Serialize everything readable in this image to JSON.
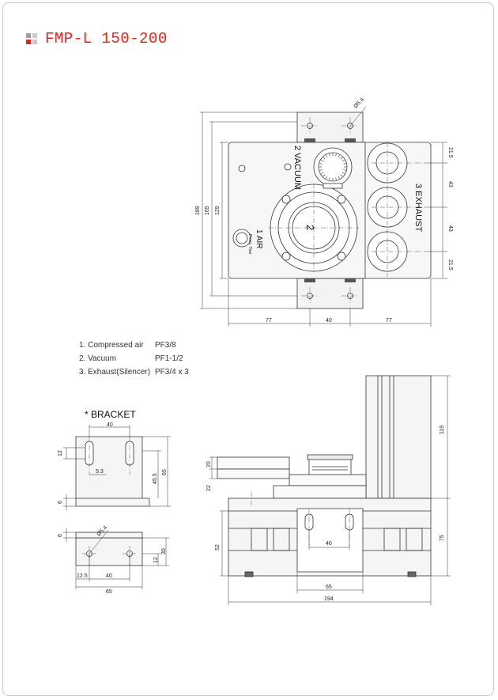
{
  "header": {
    "title": "FMP-L 150-200",
    "accent_color": "#e2241b",
    "icon_colors": [
      "#9e9e9e",
      "#c9c9c9",
      "#e2241b",
      "#c9c9c9"
    ]
  },
  "top_view": {
    "port_vacuum": "2 VACUUM",
    "port_exhaust": "3 EXHAUST",
    "port_air": "1 AIR",
    "air_sub_label": "Press. 7bar",
    "center_mark": "2",
    "diameter_label": "Ø5.4",
    "dim_left": [
      "189",
      "165",
      "129"
    ],
    "dim_right": [
      "21.5",
      "43",
      "43",
      "21.5"
    ],
    "dim_bottom": [
      "77",
      "40",
      "77"
    ]
  },
  "specs": [
    {
      "label": "1. Compressed air",
      "value": "PF3/8"
    },
    {
      "label": "2. Vacuum",
      "value": "PF1-1/2"
    },
    {
      "label": "3. Exhaust(Silencer)",
      "value": "PF3/4 x 3"
    }
  ],
  "bracket": {
    "title": "* BRACKET",
    "front_dims": {
      "top": "40",
      "left_slot": "12",
      "slot_offset": "5.3",
      "height_inner": "45.5",
      "height_total": "65",
      "base": "6"
    },
    "bottom_dims": {
      "diameter": "Ø5.4",
      "base": "6",
      "offset": "12.5",
      "hole_spacing": "40",
      "width": "65",
      "right_top": "30",
      "right_bottom": "12"
    }
  },
  "side_view": {
    "dims": {
      "top_height": "119",
      "upper_a": "20",
      "upper_b": "22",
      "bracket_spacing": "40",
      "left_height": "52",
      "right_height": "75",
      "bracket_width": "65",
      "total_width": "194"
    }
  }
}
